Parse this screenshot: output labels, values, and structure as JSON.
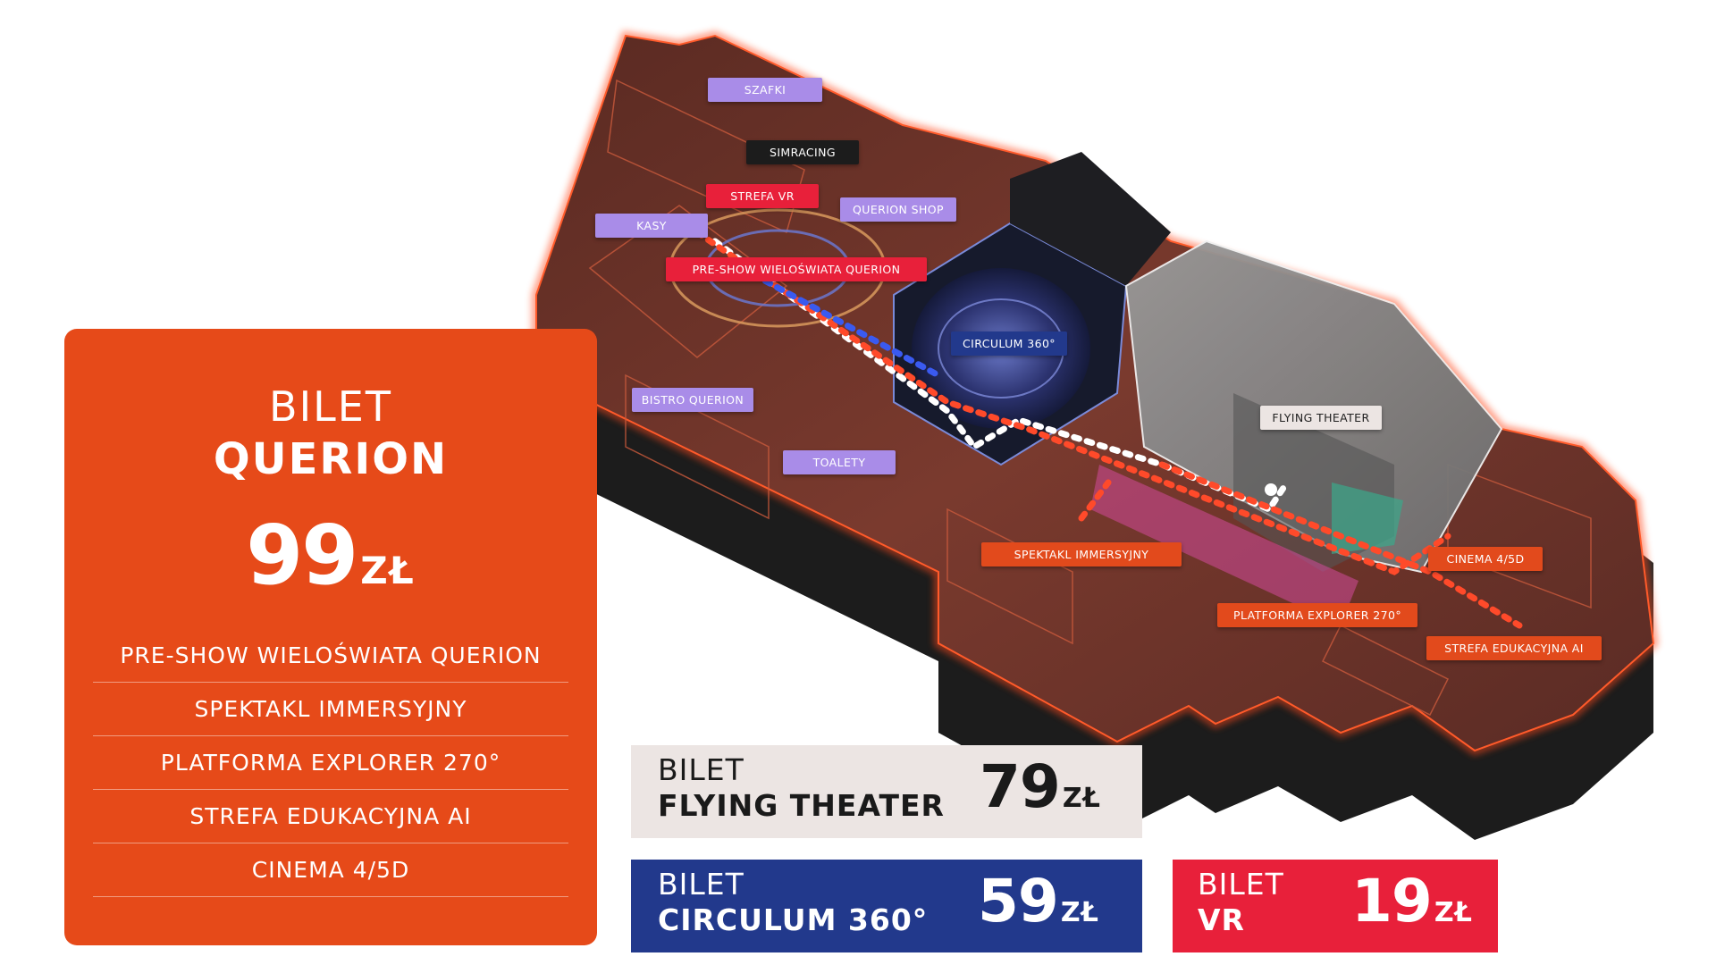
{
  "plan_labels": {
    "szafki": "SZAFKI",
    "simracing": "SIMRACING",
    "strefa_vr": "STREFA VR",
    "querion_shop": "QUERION SHOP",
    "kasy": "KASY",
    "pre_show": "PRE-SHOW WIELOŚWIATA QUERION",
    "circulum": "CIRCULUM 360°",
    "bistro": "BISTRO QUERION",
    "toalety": "TOALETY",
    "flying_theater": "FLYING THEATER",
    "spektakl": "SPEKTAKL IMMERSYJNY",
    "cinema": "CINEMA 4/5D",
    "platforma": "PLATFORMA EXPLORER 270°",
    "strefa_ai": "STREFA EDUKACYJNA AI"
  },
  "querion_ticket": {
    "title_line1": "BILET",
    "title_line2": "QUERION",
    "price": "99",
    "currency": "ZŁ",
    "features": [
      "PRE-SHOW WIELOŚWIATA QUERION",
      "SPEKTAKL IMMERSYJNY",
      "PLATFORMA EXPLORER 270°",
      "STREFA EDUKACYJNA AI",
      "CINEMA 4/5D"
    ]
  },
  "flying_ticket": {
    "line1": "BILET",
    "line2": "FLYING THEATER",
    "price": "79",
    "currency": "ZŁ"
  },
  "circulum_ticket": {
    "line1": "BILET",
    "line2": "CIRCULUM 360°",
    "price": "59",
    "currency": "ZŁ"
  },
  "vr_ticket": {
    "line1": "BILET",
    "line2": "VR",
    "price": "19",
    "currency": "ZŁ"
  },
  "colors": {
    "querion_orange": "#e64a19",
    "circulum_navy": "#22398c",
    "vr_red": "#e8203a",
    "flying_light": "#ece5e3",
    "label_lavender": "#a98ce8"
  }
}
